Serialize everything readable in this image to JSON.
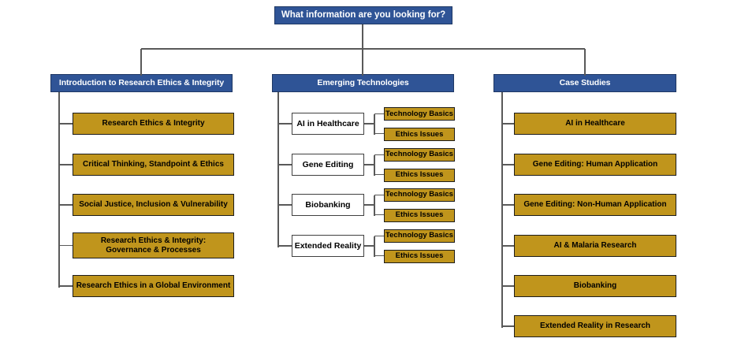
{
  "root_label": "What information are you looking for?",
  "branches": {
    "intro": {
      "label": "Introduction to Research Ethics & Integrity",
      "items": [
        "Research Ethics & Integrity",
        "Critical Thinking, Standpoint & Ethics",
        "Social Justice, Inclusion & Vulnerability",
        "Research Ethics & Integrity:\nGovernance & Processes",
        "Research Ethics in a Global Environment"
      ]
    },
    "emerging": {
      "label": "Emerging Technologies",
      "items": [
        {
          "label": "AI in Healthcare",
          "children": [
            "Technology Basics",
            "Ethics Issues"
          ]
        },
        {
          "label": "Gene Editing",
          "children": [
            "Technology Basics",
            "Ethics Issues"
          ]
        },
        {
          "label": "Biobanking",
          "children": [
            "Technology Basics",
            "Ethics Issues"
          ]
        },
        {
          "label": "Extended Reality",
          "children": [
            "Technology Basics",
            "Ethics Issues"
          ]
        }
      ]
    },
    "cases": {
      "label": "Case Studies",
      "items": [
        "AI in Healthcare",
        "Gene Editing: Human Application",
        "Gene Editing: Non-Human Application",
        "AI & Malaria Research",
        "Biobanking",
        "Extended Reality in Research"
      ]
    }
  },
  "colors": {
    "background": "#FFFFFF",
    "header_bg": "#2F5496",
    "header_border": "#1F3864",
    "header_text": "#FFFFFF",
    "gold_bg": "#C0951C",
    "gold_border": "#1C1C1C",
    "node_text": "#000000",
    "white_node_bg": "#FFFFFF",
    "white_node_border": "#404040",
    "connector": "#595959"
  }
}
